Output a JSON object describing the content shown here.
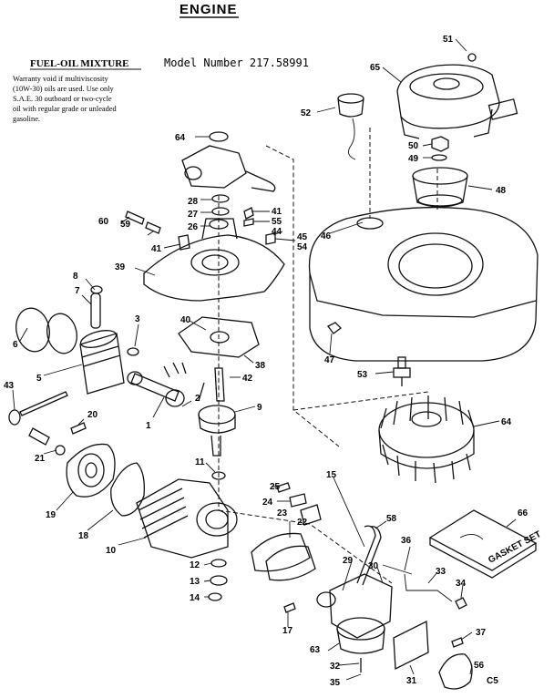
{
  "title": "ENGINE",
  "mixture_heading": "FUEL-OIL MIXTURE",
  "model_text": "Model Number 217.58991",
  "warranty_note": [
    "Warranty void if multiviscosity",
    "(10W-30) oils are used. Use only",
    "S.A.E. 30 outboard or two-cycle",
    "oil with regular grade or unleaded",
    "gasoline."
  ],
  "gasket_set_label": "GASKET SET",
  "corner_code": "C5",
  "parts": [
    {
      "id": "p1",
      "num": "1"
    },
    {
      "id": "p2",
      "num": "2"
    },
    {
      "id": "p3",
      "num": "3"
    },
    {
      "id": "p5",
      "num": "5"
    },
    {
      "id": "p6",
      "num": "6"
    },
    {
      "id": "p7",
      "num": "7"
    },
    {
      "id": "p8",
      "num": "8"
    },
    {
      "id": "p9",
      "num": "9"
    },
    {
      "id": "p10",
      "num": "10"
    },
    {
      "id": "p11",
      "num": "11"
    },
    {
      "id": "p12",
      "num": "12"
    },
    {
      "id": "p13",
      "num": "13"
    },
    {
      "id": "p14",
      "num": "14"
    },
    {
      "id": "p15",
      "num": "15"
    },
    {
      "id": "p17",
      "num": "17"
    },
    {
      "id": "p18",
      "num": "18"
    },
    {
      "id": "p19",
      "num": "19"
    },
    {
      "id": "p20",
      "num": "20"
    },
    {
      "id": "p21",
      "num": "21"
    },
    {
      "id": "p22",
      "num": "22"
    },
    {
      "id": "p23",
      "num": "23"
    },
    {
      "id": "p24",
      "num": "24"
    },
    {
      "id": "p25",
      "num": "25"
    },
    {
      "id": "p26",
      "num": "26"
    },
    {
      "id": "p27",
      "num": "27"
    },
    {
      "id": "p28",
      "num": "28"
    },
    {
      "id": "p29",
      "num": "29"
    },
    {
      "id": "p30",
      "num": "30"
    },
    {
      "id": "p31",
      "num": "31"
    },
    {
      "id": "p32",
      "num": "32"
    },
    {
      "id": "p33",
      "num": "33"
    },
    {
      "id": "p34",
      "num": "34"
    },
    {
      "id": "p35",
      "num": "35"
    },
    {
      "id": "p36",
      "num": "36"
    },
    {
      "id": "p37",
      "num": "37"
    },
    {
      "id": "p38",
      "num": "38"
    },
    {
      "id": "p39",
      "num": "39"
    },
    {
      "id": "p40",
      "num": "40"
    },
    {
      "id": "p41a",
      "num": "41"
    },
    {
      "id": "p41b",
      "num": "41"
    },
    {
      "id": "p42",
      "num": "42"
    },
    {
      "id": "p43",
      "num": "43"
    },
    {
      "id": "p44",
      "num": "44"
    },
    {
      "id": "p45",
      "num": "45"
    },
    {
      "id": "p46",
      "num": "46"
    },
    {
      "id": "p47",
      "num": "47"
    },
    {
      "id": "p48",
      "num": "48"
    },
    {
      "id": "p49",
      "num": "49"
    },
    {
      "id": "p50",
      "num": "50"
    },
    {
      "id": "p51",
      "num": "51"
    },
    {
      "id": "p52",
      "num": "52"
    },
    {
      "id": "p53",
      "num": "53"
    },
    {
      "id": "p54",
      "num": "54"
    },
    {
      "id": "p55",
      "num": "55"
    },
    {
      "id": "p56",
      "num": "56"
    },
    {
      "id": "p58",
      "num": "58"
    },
    {
      "id": "p59",
      "num": "59"
    },
    {
      "id": "p60",
      "num": "60"
    },
    {
      "id": "p63",
      "num": "63"
    },
    {
      "id": "p64a",
      "num": "64"
    },
    {
      "id": "p64b",
      "num": "64"
    },
    {
      "id": "p65",
      "num": "65"
    },
    {
      "id": "p66",
      "num": "66"
    }
  ]
}
